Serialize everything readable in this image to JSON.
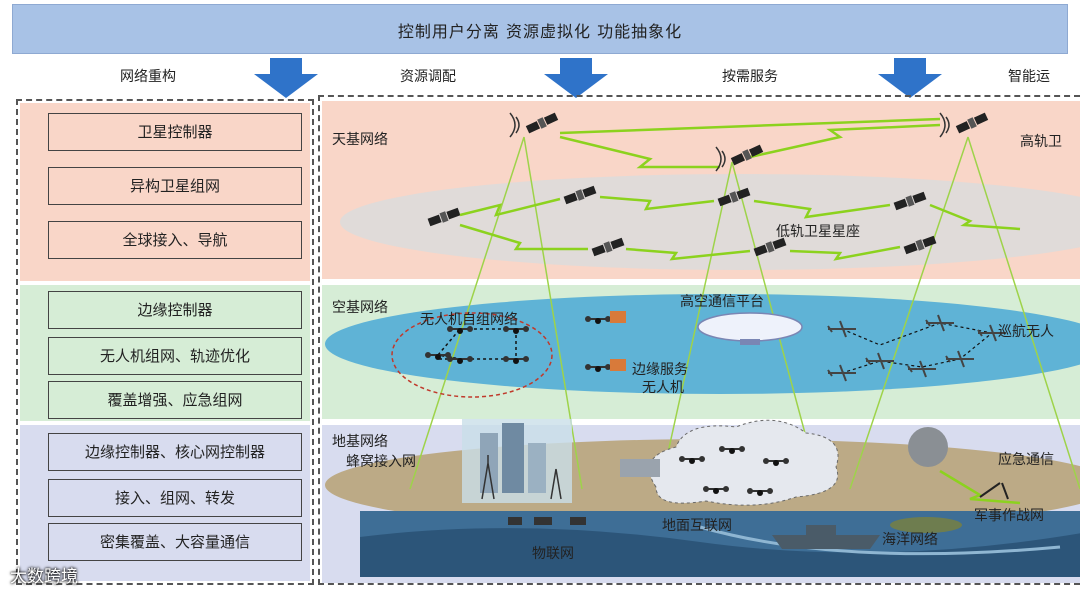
{
  "header": {
    "banner": "控制用户分离  资源虚拟化  功能抽象化"
  },
  "steps": [
    "网络重构",
    "资源调配",
    "按需服务",
    "智能运"
  ],
  "left_column": {
    "space": [
      "卫星控制器",
      "异构卫星组网",
      "全球接入、导航"
    ],
    "air": [
      "边缘控制器",
      "无人机组网、轨迹优化",
      "覆盖增强、应急组网"
    ],
    "ground": [
      "边缘控制器、核心网控制器",
      "接入、组网、转发",
      "密集覆盖、大容量通信"
    ]
  },
  "layers": {
    "space": {
      "label": "天基网络",
      "geo": "高轨卫",
      "leo": "低轨卫星星座"
    },
    "air": {
      "label": "空基网络",
      "uav_swarm": "无人机自组网络",
      "haps": "高空通信平台",
      "edge_uav_1": "边缘服务",
      "edge_uav_2": "无人机",
      "patrol": "巡航无人"
    },
    "ground": {
      "label": "地基网络",
      "cellular": "蜂窝接入网",
      "internet": "地面互联网",
      "iot": "物联网",
      "ocean": "海洋网络",
      "emergency": "应急通信",
      "military": "军事作战网"
    }
  },
  "watermark": "大数跨境",
  "colors": {
    "banner": "#a8c2e6",
    "space_band": "#f9d6c8",
    "air_band": "#d6edd6",
    "ground_band": "#d8dcef",
    "arrow": "#2f73c9",
    "lightning": "#8cd21e"
  }
}
